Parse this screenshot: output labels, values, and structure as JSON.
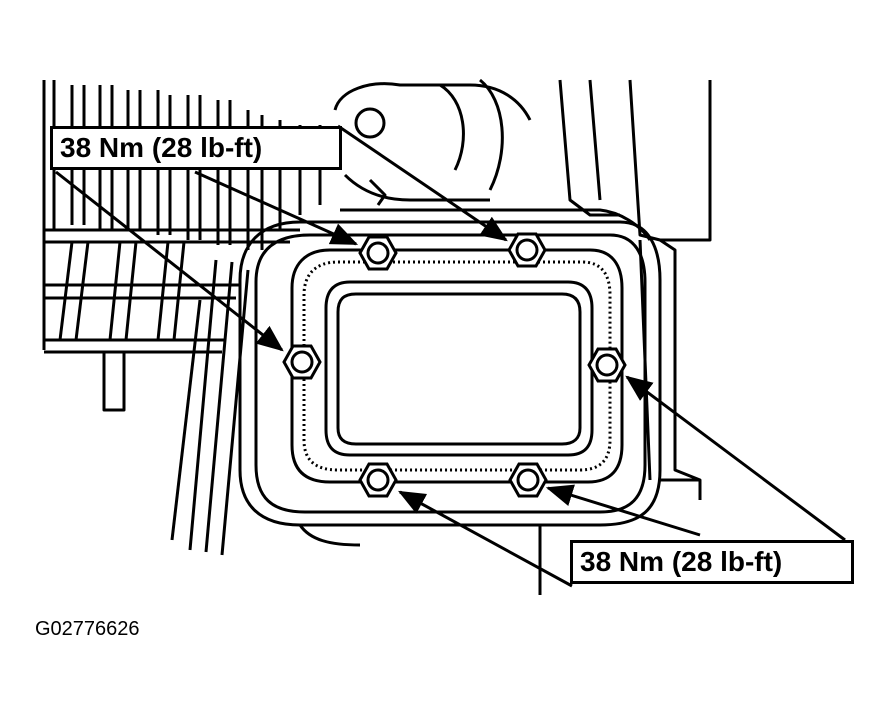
{
  "callouts": {
    "top_torque": "38 Nm (28 lb-ft)",
    "bottom_torque": "38 Nm (28 lb-ft)"
  },
  "figure_code": "G02776626",
  "colors": {
    "line": "#000000",
    "background": "#ffffff"
  },
  "icons": {
    "fastener": "hex-bolt-icon"
  }
}
